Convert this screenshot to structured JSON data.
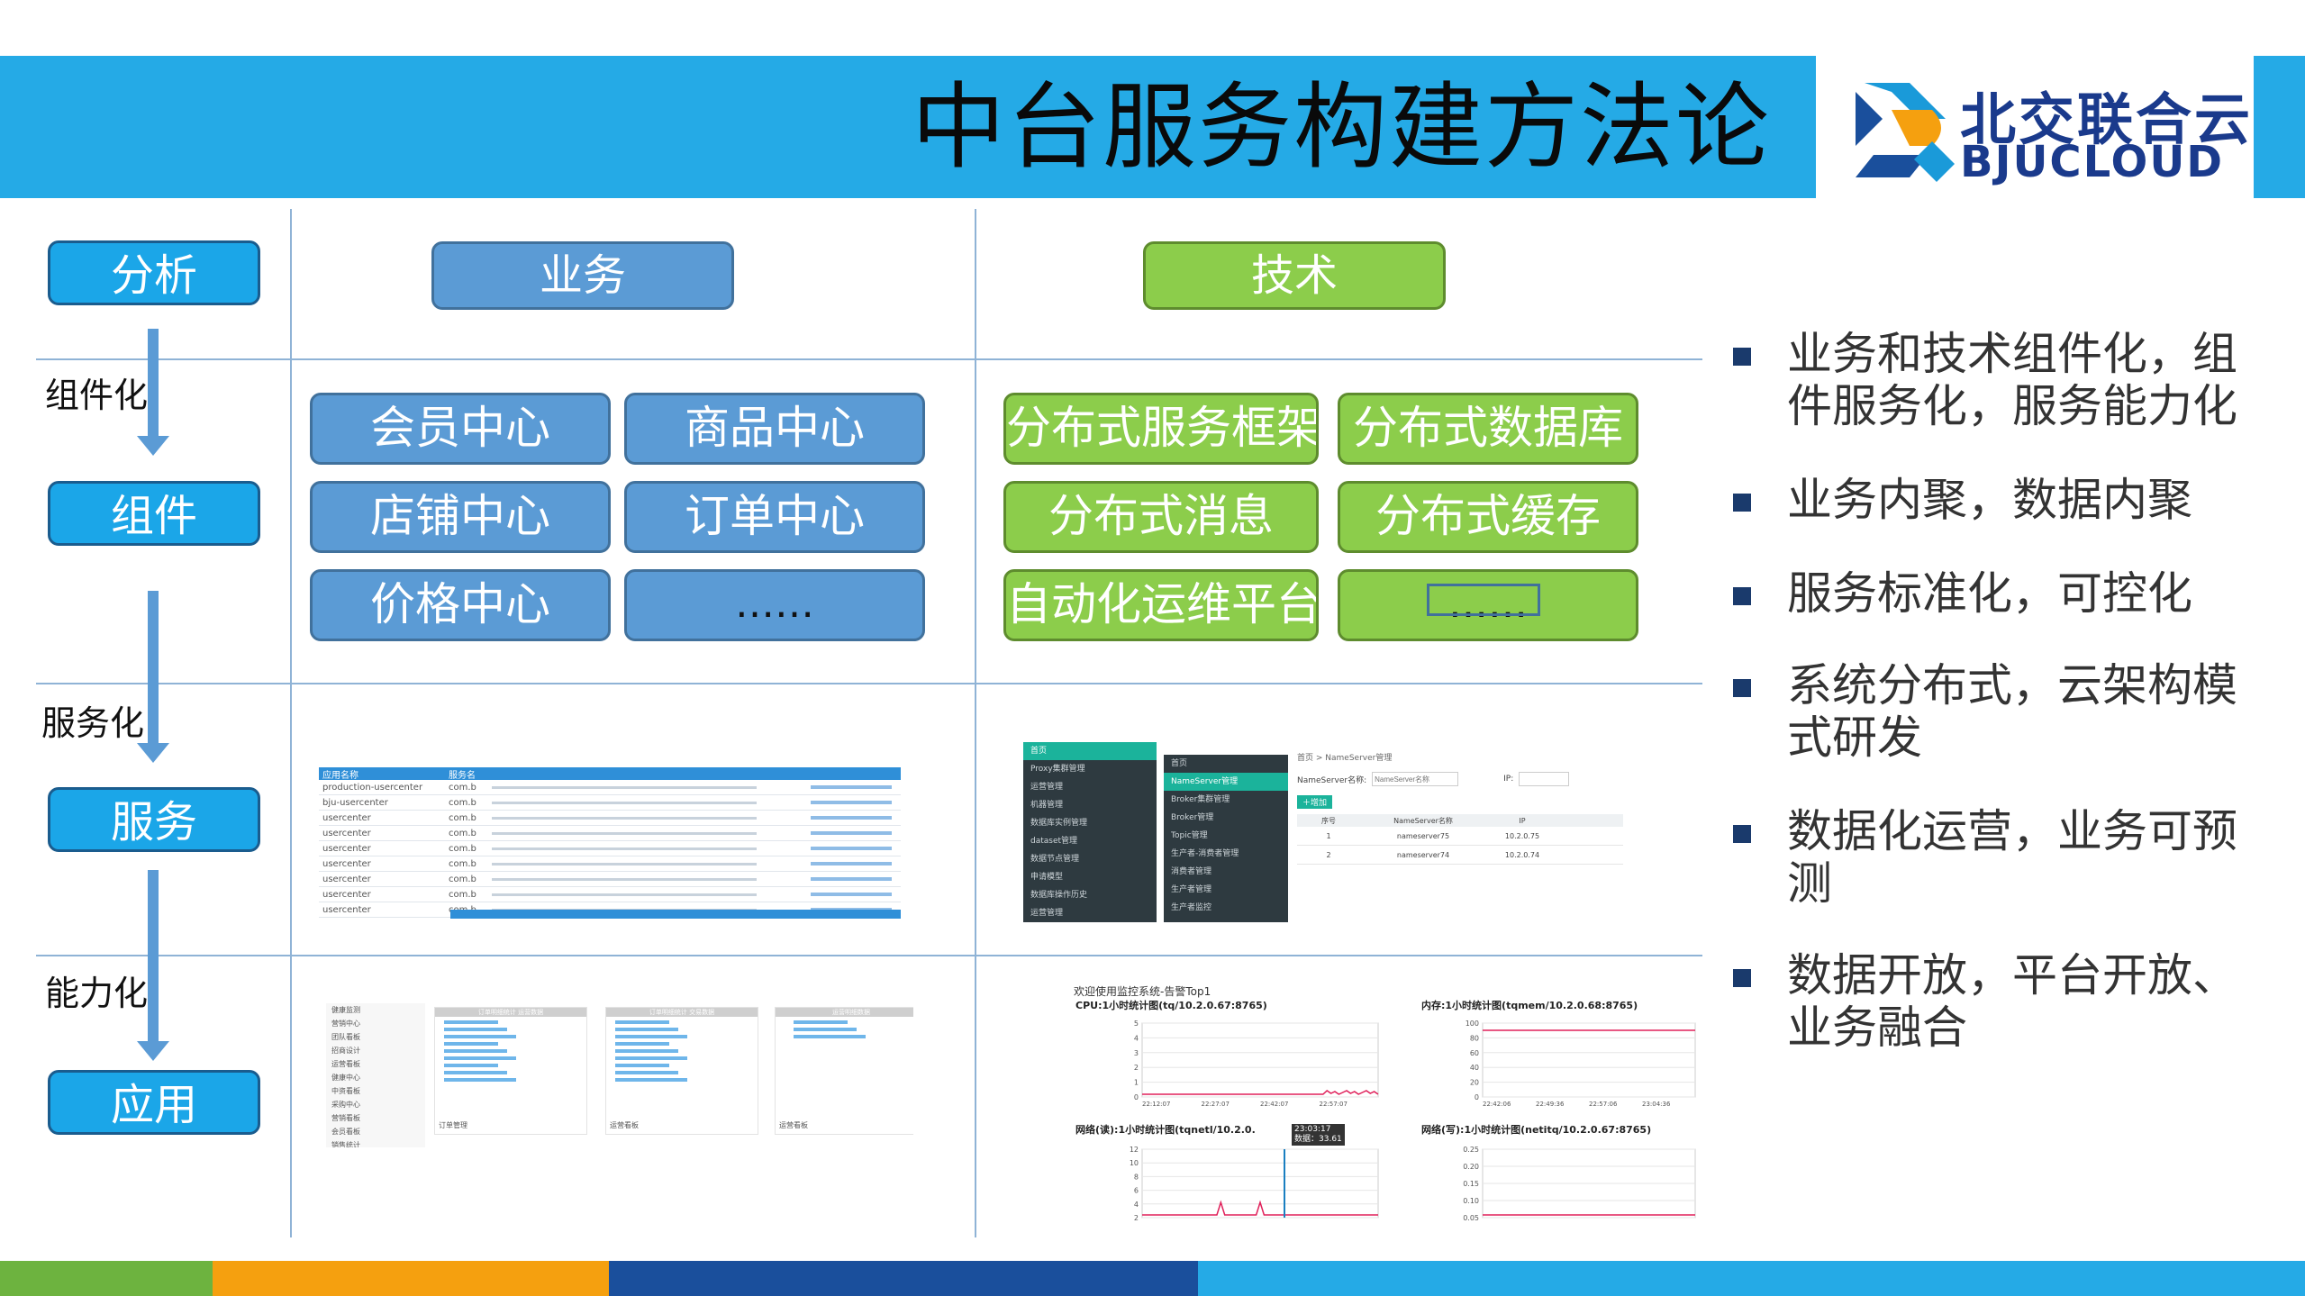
{
  "header": {
    "title": "中台服务构建方法论",
    "logo_cn": "北交联合云",
    "logo_en": "BJUCLOUD",
    "color": "#25aae6"
  },
  "left": {
    "stages": [
      "分析",
      "组件",
      "服务",
      "应用"
    ],
    "transitions": [
      "组件化",
      "服务化",
      "能力化"
    ]
  },
  "columns": {
    "business": "业务",
    "technology": "技术"
  },
  "business_components": [
    "会员中心",
    "商品中心",
    "店铺中心",
    "订单中心",
    "价格中心",
    "……"
  ],
  "tech_components": [
    "分布式服务框架",
    "分布式数据库",
    "分布式消息",
    "分布式缓存",
    "自动化运维平台",
    "……"
  ],
  "bullets": [
    "业务和技术组件化，组件服务化，服务能力化",
    "业务内聚，数据内聚",
    "服务标准化，可控化",
    "系统分布式，云架构模式研发",
    "数据化运营，业务可预测",
    "数据开放，平台开放、业务融合"
  ],
  "service_table": {
    "headers": [
      "应用名称",
      "服务名"
    ],
    "rows": [
      "production-usercenter",
      "bju-usercenter",
      "usercenter",
      "usercenter",
      "usercenter",
      "usercenter",
      "usercenter",
      "usercenter",
      "usercenter",
      "usercenter"
    ],
    "service_prefix": "com.b"
  },
  "admin_ui": {
    "menu": [
      "首页",
      "Proxy集群管理",
      "运营管理",
      "机器管理",
      "数据库实例管理",
      "dataset管理",
      "数据节点管理",
      "申请模型",
      "数据库操作历史",
      "运营管理"
    ],
    "submenu": [
      "首页",
      "NameServer管理",
      "Broker集群管理",
      "Broker管理",
      "Topic管理",
      "生产者-消费者管理",
      "消费者管理",
      "生产者管理",
      "生产者监控"
    ],
    "breadcrumb": "首页 > NameServer管理",
    "filter_label": "NameServer名称:",
    "filter_placeholder": "NameServer名称",
    "ip_label": "IP:",
    "add_button": "增加",
    "table_headers": [
      "序号",
      "NameServer名称",
      "IP"
    ],
    "table_rows": [
      [
        "1",
        "nameserver75",
        "10.2.0.75"
      ],
      [
        "2",
        "nameserver74",
        "10.2.0.74"
      ]
    ]
  },
  "monitor": {
    "heading": "欢迎使用监控系统-告警Top1",
    "charts": [
      {
        "title": "CPU:1小时统计图(tq/10.2.0.67:8765)",
        "yticks": [
          "5",
          "4",
          "3",
          "2",
          "1",
          "0"
        ],
        "xticks": [
          "22:12:07",
          "22:27:07",
          "22:42:07",
          "22:57:07"
        ]
      },
      {
        "title": "内存:1小时统计图(tqmem/10.2.0.68:8765)",
        "yticks": [
          "100",
          "80",
          "60",
          "40",
          "20",
          "0"
        ],
        "xticks": [
          "22:42:06",
          "22:49:36",
          "22:57:06",
          "23:04:36"
        ]
      },
      {
        "title": "网络(读):1小时统计图(tqnetl/10.2.0.",
        "yticks": [
          "12",
          "10",
          "8",
          "6",
          "4",
          "2"
        ],
        "xticks": []
      },
      {
        "title": "网络(写):1小时统计图(netitq/10.2.0.67:8765)",
        "yticks": [
          "0.25",
          "0.20",
          "0.15",
          "0.10",
          "0.05"
        ],
        "xticks": []
      }
    ],
    "tooltip_time": "23:03:17",
    "tooltip_value": "数据：33.61"
  },
  "app_panels": {
    "sidebar": [
      "健康监测",
      "营销中心",
      "团队看板",
      "招商设计",
      "运营看板",
      "健康中心",
      "中资看板",
      "采购中心",
      "营销看板",
      "会员看板"
    ],
    "panel_titles": [
      "订单明细统计 运营数据",
      "订单明细统计 交易数据",
      "运营明细数据"
    ],
    "footers": [
      "订单管理",
      "运营看板",
      "运营看板"
    ],
    "sidebar_footer": "销售统计"
  },
  "footer_colors": [
    "#6db33f",
    "#f5a00f",
    "#1a4f9c",
    "#25aae6"
  ]
}
